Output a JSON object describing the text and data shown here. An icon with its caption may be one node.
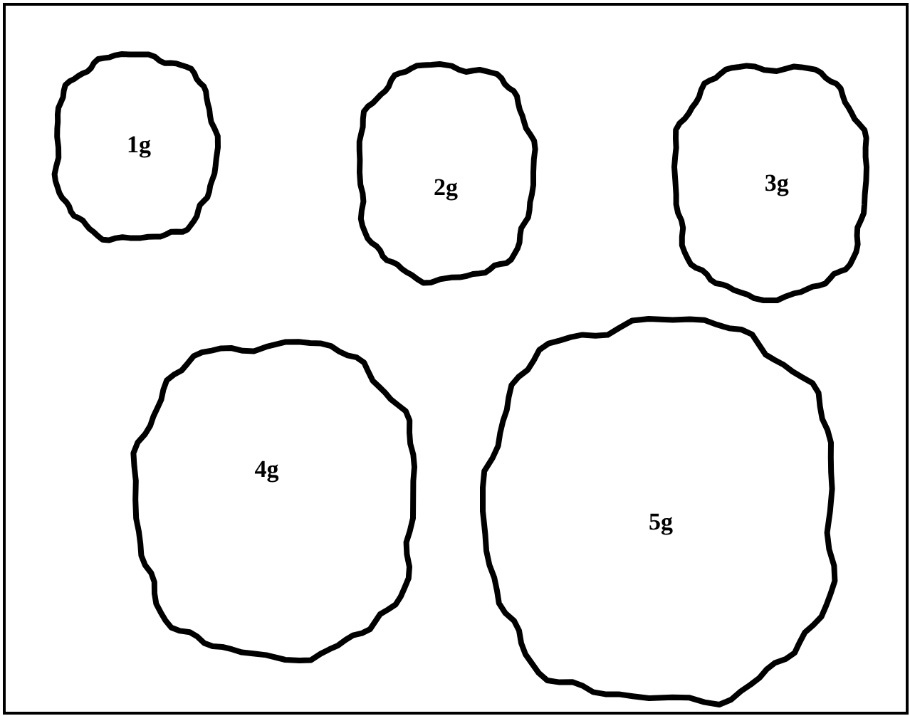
{
  "diagram": {
    "nodes": [
      {
        "text": [
          "1g"
        ]
      },
      {
        "text": [
          "2g"
        ]
      },
      {
        "text": [
          "3g"
        ]
      },
      {
        "text": [
          "4g"
        ]
      },
      {
        "text": [
          "5g"
        ]
      }
    ],
    "edges": []
  }
}
